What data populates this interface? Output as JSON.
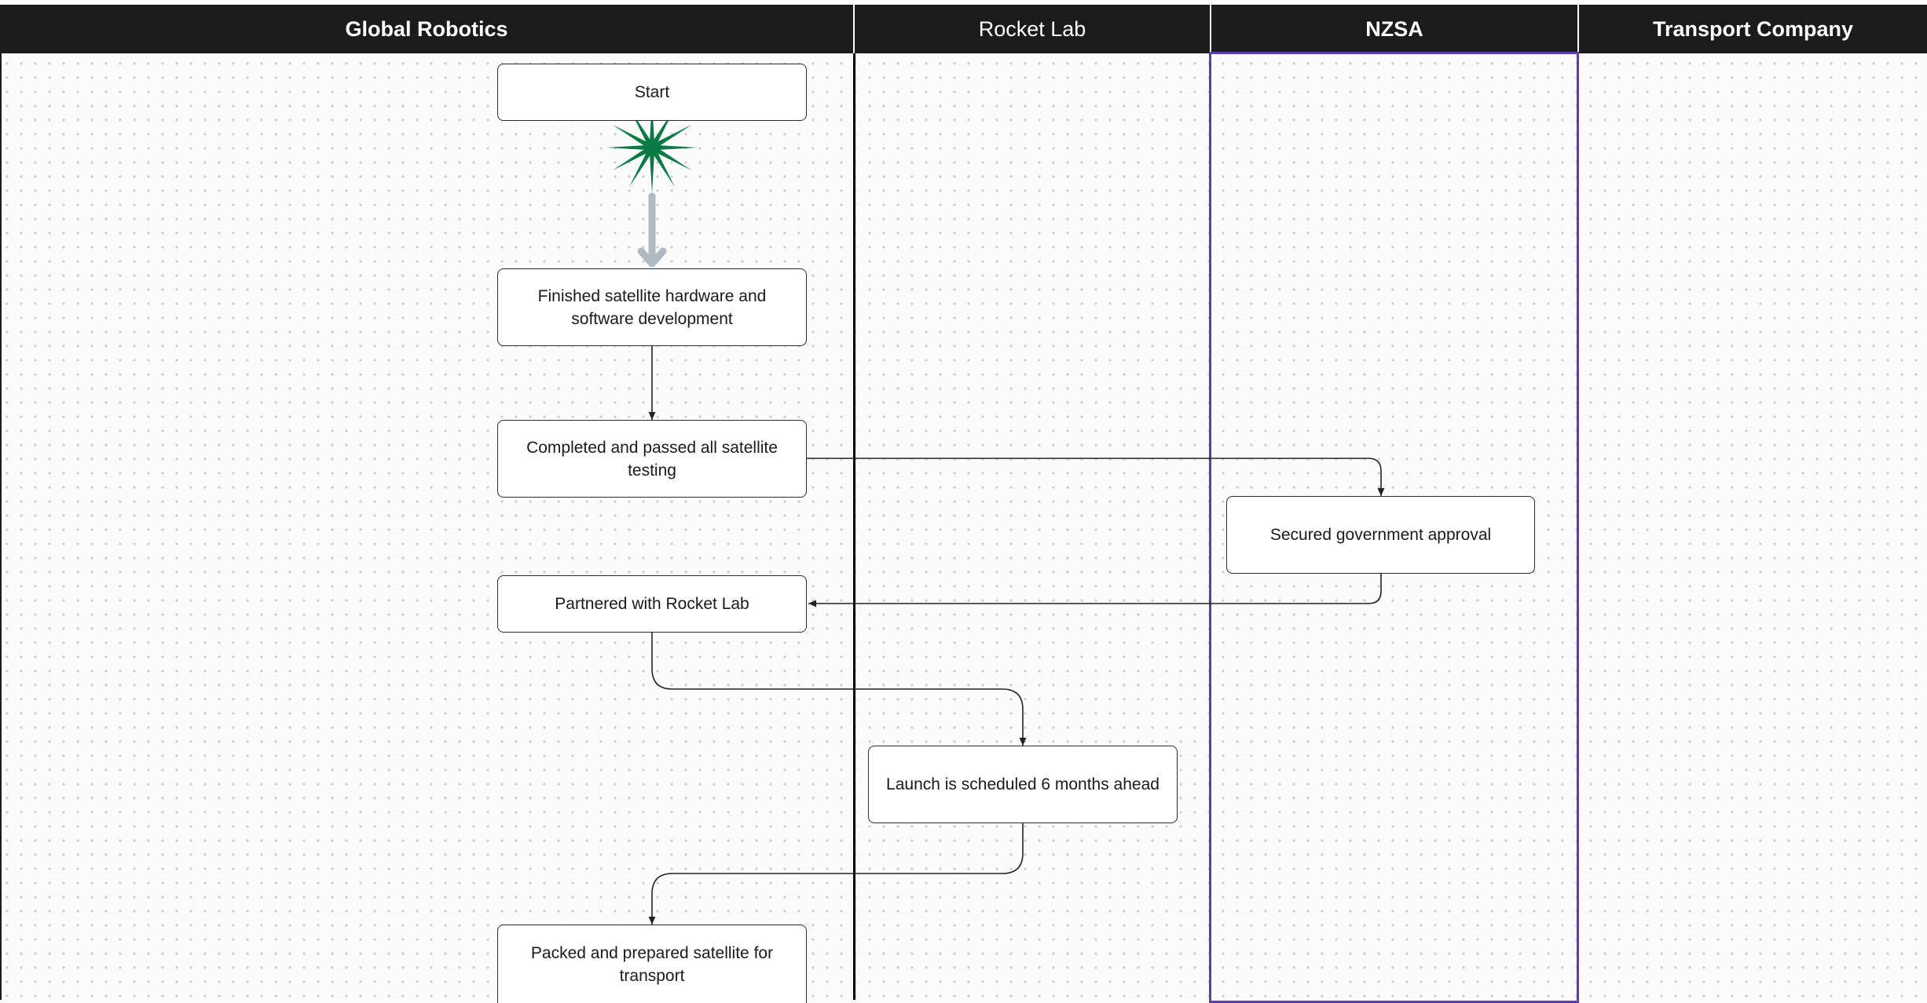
{
  "lanes": [
    {
      "title": "Global Robotics"
    },
    {
      "title": "Rocket Lab"
    },
    {
      "title": "NZSA"
    },
    {
      "title": "Transport Company"
    }
  ],
  "nodes": {
    "start": "Start",
    "hardware": "Finished satellite hardware and software development",
    "testing": "Completed and passed all satellite testing",
    "approval": "Secured government approval",
    "partnered": "Partnered with Rocket Lab",
    "launch": "Launch is scheduled 6 months ahead",
    "packed": "Packed and prepared satellite for transport"
  },
  "icons": {
    "start_marker": "starburst-icon",
    "down_arrow": "down-arrow-icon"
  },
  "colors": {
    "header_bg": "#1b1b1b",
    "selected_lane_border": "#5b3fa6",
    "starburst": "#0a7a45",
    "thick_arrow": "#b0bac3"
  }
}
